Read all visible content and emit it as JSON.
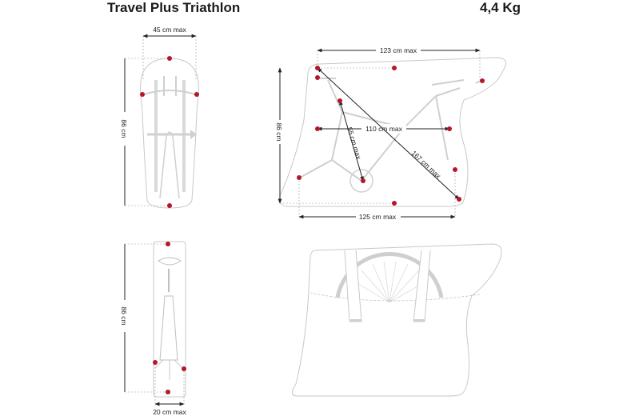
{
  "header": {
    "title": "Travel Plus Triathlon",
    "weight": "4,4 Kg"
  },
  "colors": {
    "marker": "#b3172a",
    "outline": "#c8c8c8",
    "dimension_line": "#222222",
    "fill_gray": "#d9d9d9"
  },
  "views": {
    "front": {
      "width_label": "45 cm max",
      "height_label": "86 cm"
    },
    "side": {
      "top_width_label": "123 cm max",
      "height_label": "86 cm",
      "mid_width_label": "110  cm max",
      "seat_label": "55 cm max",
      "diagonal_label": "167 cm max",
      "bottom_width_label": "125 cm max"
    },
    "folded": {
      "height_label": "86 cm",
      "width_label": "20 cm max"
    },
    "packed": {}
  }
}
